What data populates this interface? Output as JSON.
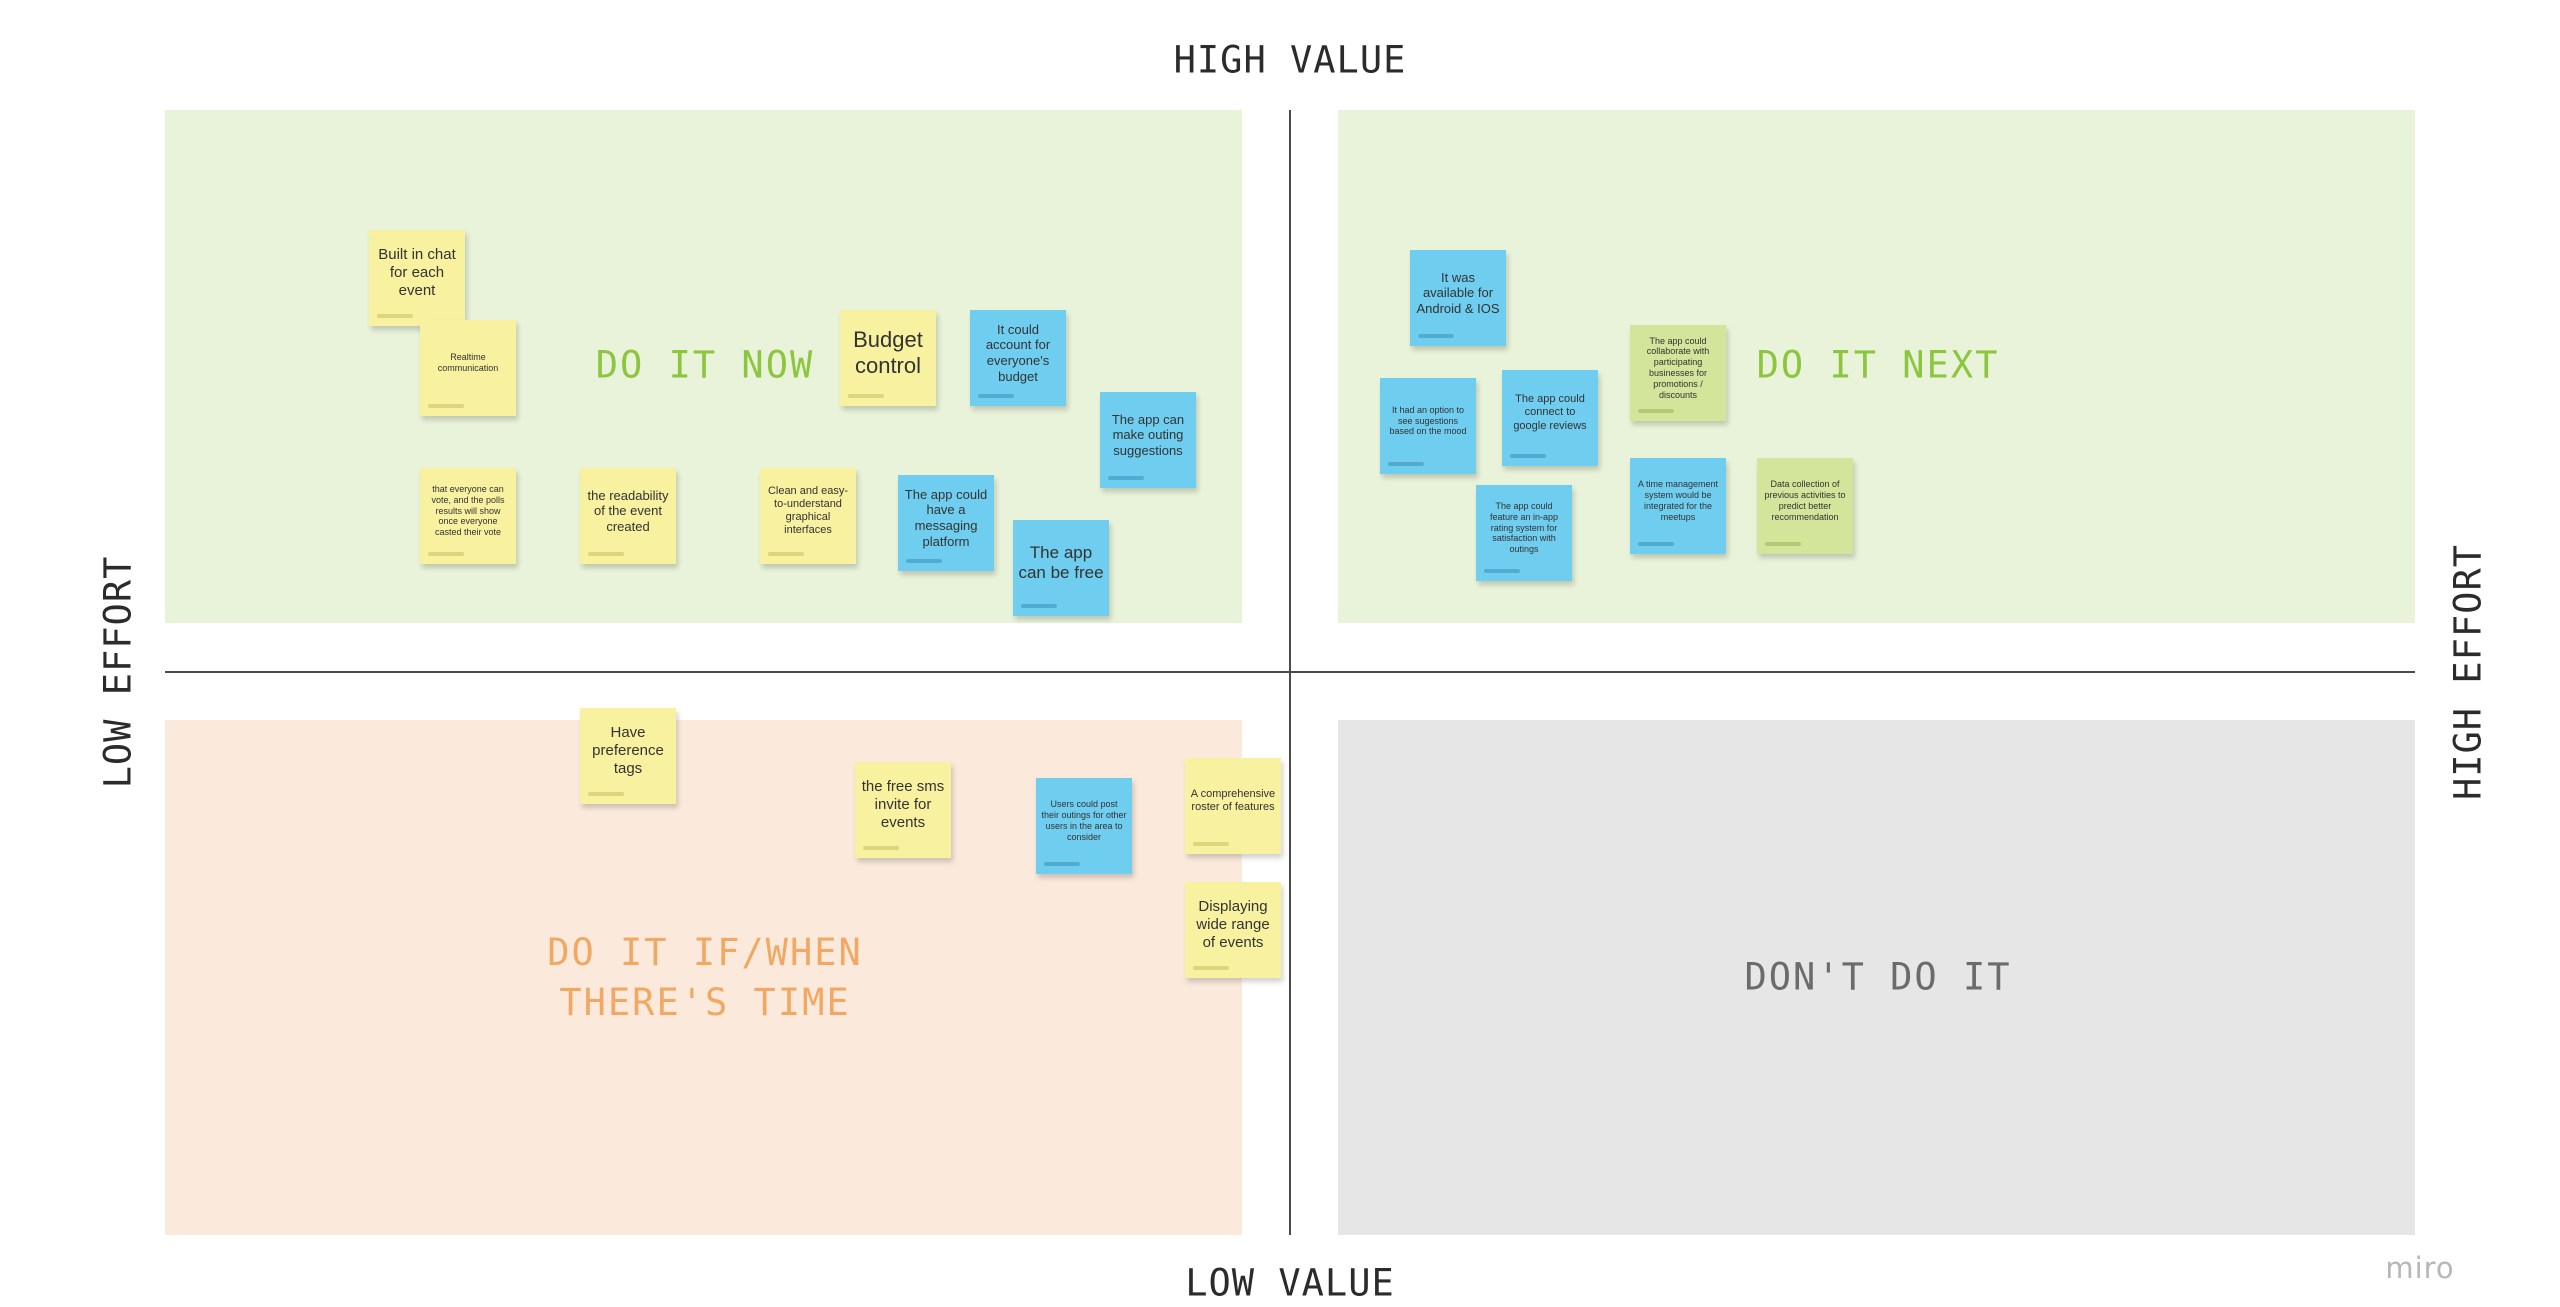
{
  "axes": {
    "top": "HIGH VALUE",
    "bottom": "LOW VALUE",
    "left": "LOW EFFORT",
    "right": "HIGH EFFORT"
  },
  "quadrants": {
    "now": "DO IT NOW",
    "next": "DO IT NEXT",
    "time_line1": "DO IT IF/WHEN",
    "time_line2": "THERE'S TIME",
    "dont": "DON'T DO IT"
  },
  "colors": {
    "quadrant_green": "#e9f3d9",
    "quadrant_orange": "#fbeadc",
    "quadrant_gray": "#e6e6e6",
    "title_green": "#8cc63f",
    "title_orange": "#f2a865",
    "note_yellow": "#f7f1a0",
    "note_blue": "#6fcdef",
    "note_green": "#d2e59a"
  },
  "notes": {
    "n1": "Built in chat for each event",
    "n2": "Realtime communication",
    "n3": "Budget control",
    "n4": "It could account for everyone's budget",
    "n5": "The app can make outing suggestions",
    "n6": "that everyone can vote, and the polls results will show once everyone casted their vote",
    "n7": "the readability of the event created",
    "n8": "Clean and easy-to-understand graphical interfaces",
    "n9": "The app could have a messaging platform",
    "n10": "The app can be free",
    "n11": "It was available for Android & IOS",
    "n12": "The app could collaborate with participating businesses for promotions / discounts",
    "n13": "It had an option to see sugestions based on the mood",
    "n14": "The app could connect to google reviews",
    "n15": "The app could feature an in-app rating system for satisfaction with outings",
    "n16": "A time management system would be integrated for the meetups",
    "n17": "Data collection of previous activities to predict better recommendation",
    "n18": "Have preference tags",
    "n19": "the free sms invite for events",
    "n20": "Users could post their outings for other users in the area to consider",
    "n21": "A comprehensive roster of features",
    "n22": "Displaying wide range of events"
  },
  "brand": "miro"
}
